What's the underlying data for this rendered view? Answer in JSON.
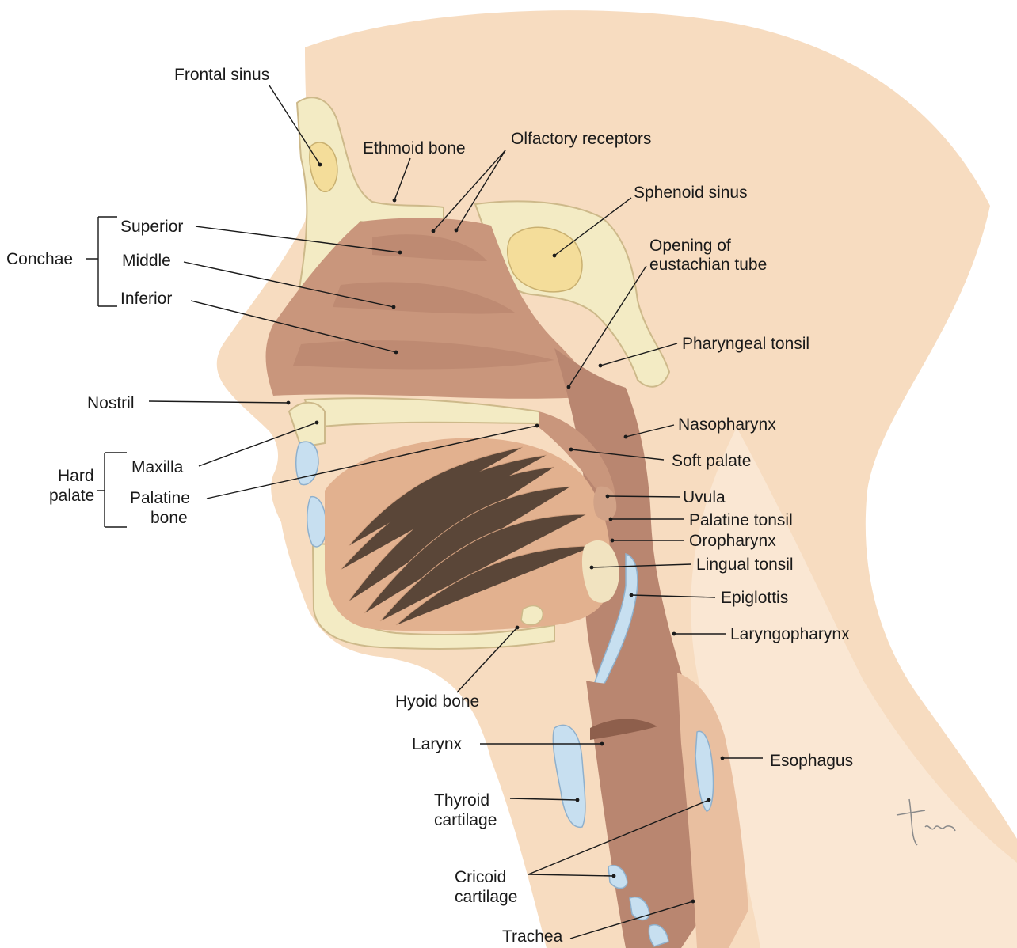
{
  "labels": {
    "frontal_sinus": "Frontal sinus",
    "ethmoid_bone": "Ethmoid bone",
    "olfactory_receptors": "Olfactory receptors",
    "sphenoid_sinus": "Sphenoid sinus",
    "conchae": "Conchae",
    "superior": "Superior",
    "middle": "Middle",
    "inferior": "Inferior",
    "opening_eustachian_1": "Opening of",
    "opening_eustachian_2": "eustachian tube",
    "pharyngeal_tonsil": "Pharyngeal tonsil",
    "nostril": "Nostril",
    "nasopharynx": "Nasopharynx",
    "hard_palate_1": "Hard",
    "hard_palate_2": "palate",
    "maxilla": "Maxilla",
    "soft_palate": "Soft palate",
    "palatine_bone_1": "Palatine",
    "palatine_bone_2": "bone",
    "uvula": "Uvula",
    "palatine_tonsil": "Palatine tonsil",
    "oropharynx": "Oropharynx",
    "lingual_tonsil": "Lingual tonsil",
    "epiglottis": "Epiglottis",
    "laryngopharynx": "Laryngopharynx",
    "hyoid_bone": "Hyoid bone",
    "larynx": "Larynx",
    "esophagus": "Esophagus",
    "thyroid_cartilage_1": "Thyroid",
    "thyroid_cartilage_2": "cartilage",
    "cricoid_cartilage_1": "Cricoid",
    "cricoid_cartilage_2": "cartilage",
    "trachea": "Trachea"
  },
  "signature": "tina",
  "colors": {
    "skin": "#f5d9bc",
    "skin_light": "#fae7d3",
    "tissue": "#c9967c",
    "tissue_dark": "#a87862",
    "muscle": "#e2b18f",
    "bone": "#f3ebc4",
    "sinus": "#f4dd9a",
    "cartilage": "#bcd6ec"
  }
}
